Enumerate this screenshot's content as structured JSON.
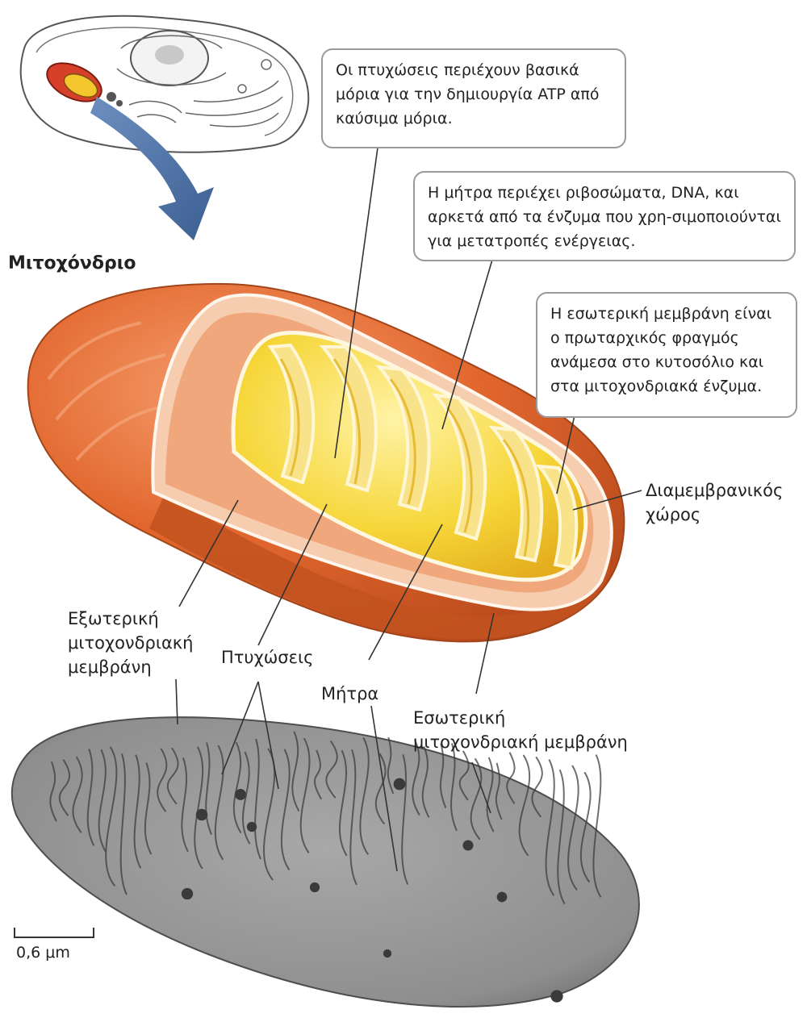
{
  "title": "Μιτοχόνδριο",
  "callouts": {
    "cristae_note": "Οι πτυχώσεις περιέχουν βασικά μόρια για την δημιουργία ATP από καύσιμα μόρια.",
    "matrix_note": "Η μήτρα περιέχει ριβοσώματα, DNA, και αρκετά από τα ένζυμα που χρη-σιμοποιούνται για μετατροπές ενέργειας.",
    "inner_membrane_note": "Η εσωτερική μεμβράνη είναι ο πρωταρχικός φραγμός ανάμεσα στο κυτοσόλιο και στα μιτοχονδριακά ένζυμα."
  },
  "labels": {
    "intermembrane_space": [
      "Διαμεμβρανικός",
      "χώρος"
    ],
    "outer_membrane": [
      "Εξωτερική",
      "μιτοχονδριακή",
      "μεμβράνη"
    ],
    "cristae": "Πτυχώσεις",
    "matrix": "Μήτρα",
    "inner_membrane": [
      "Εσωτερική",
      "μιτοχονδριακή μεμβράνη"
    ]
  },
  "scale_bar": "0,6 μm",
  "colors": {
    "outer_membrane": "#e0662c",
    "matrix": "#f5d233",
    "arrow": "#4a6fa0",
    "micrograph": "#9b9b9b"
  }
}
